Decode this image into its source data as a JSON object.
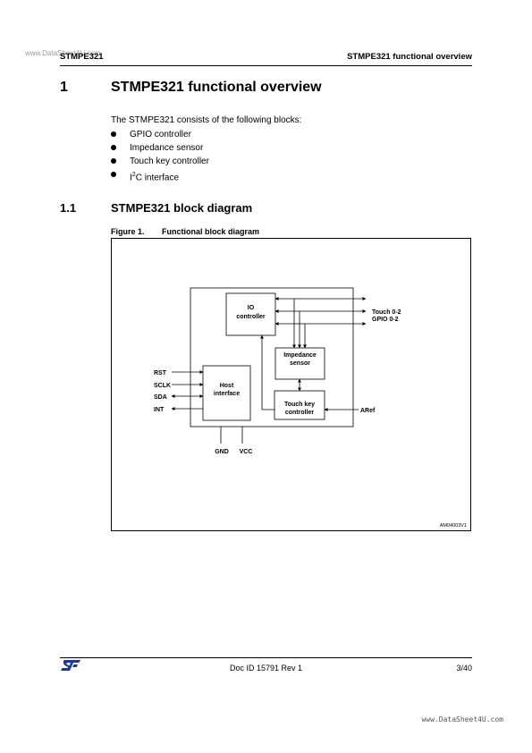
{
  "watermark_top": "www.DataSheet4U.com",
  "header": {
    "left": "STMPE321",
    "right": "STMPE321 functional overview"
  },
  "section": {
    "number": "1",
    "title": "STMPE321 functional overview"
  },
  "intro": "The STMPE321 consists of the following blocks:",
  "blocks": [
    {
      "text": "GPIO controller"
    },
    {
      "text": "Impedance sensor"
    },
    {
      "text": "Touch key controller"
    },
    {
      "prefix": "I",
      "sup": "2",
      "rest": "C interface"
    }
  ],
  "subsection": {
    "number": "1.1",
    "title": "STMPE321 block diagram"
  },
  "figure": {
    "label": "Figure 1.",
    "title": "Functional block diagram",
    "ref": "AM04003V1",
    "blocks": {
      "io_line1": "IO",
      "io_line2": "controller",
      "imp_line1": "Impedance",
      "imp_line2": "sensor",
      "host_line1": "Host",
      "host_line2": "interface",
      "touch_line1": "Touch key",
      "touch_line2": "controller"
    },
    "pins": {
      "rst": "RST",
      "sclk": "SCLK",
      "sda": "SDA",
      "int": "INT",
      "touch": "Touch 0-2",
      "gpio": "GPIO 0-2",
      "aref": "ARef",
      "gnd": "GND",
      "vcc": "VCC"
    }
  },
  "footer": {
    "doc_id": "Doc ID 15791 Rev 1",
    "page": "3/40"
  },
  "watermark_bottom": "www.DataSheet4U.com"
}
